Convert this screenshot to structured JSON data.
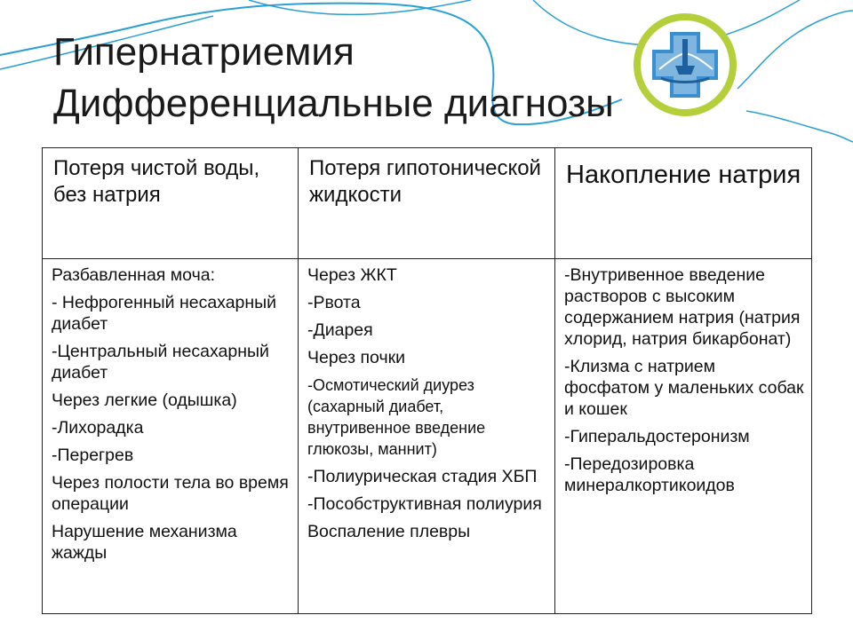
{
  "title": {
    "line1": "Гипернатриемия",
    "line2": "Дифференциальные диагнозы"
  },
  "colors": {
    "wave": "#2a9fd6",
    "logo_ring": "#b5cf3a",
    "logo_blue": "#3a8fd0",
    "border": "#222222"
  },
  "logo": {
    "icon": "medical-cross-emblem"
  },
  "table": {
    "headers": [
      "Потеря чистой воды, без натрия",
      "Потеря гипотонической жидкости",
      "Накопление натрия"
    ],
    "columns": [
      [
        "Разбавленная моча:",
        "- Нефрогенный несахарный диабет",
        "-Центральный несахарный диабет",
        "Через легкие (одышка)",
        "-Лихорадка",
        "-Перегрев",
        "Через полости тела во время операции",
        "Нарушение механизма жажды"
      ],
      [
        "Через ЖКТ",
        "-Рвота",
        "-Диарея",
        "Через почки",
        "-Осмотический диурез (сахарный диабет, внутривенное введение глюкозы, маннит)",
        "-Полиурическая стадия ХБП",
        "-Пособструктивная полиурия",
        "Воспаление плевры"
      ],
      [
        "-Внутривенное введение растворов с высоким содержанием натрия (натрия хлорид, натрия бикарбонат)",
        "-Клизма с натрием фосфатом у маленьких собак и кошек",
        "-Гиперальдостеронизм",
        "-Передозировка минералкортикоидов"
      ]
    ]
  }
}
